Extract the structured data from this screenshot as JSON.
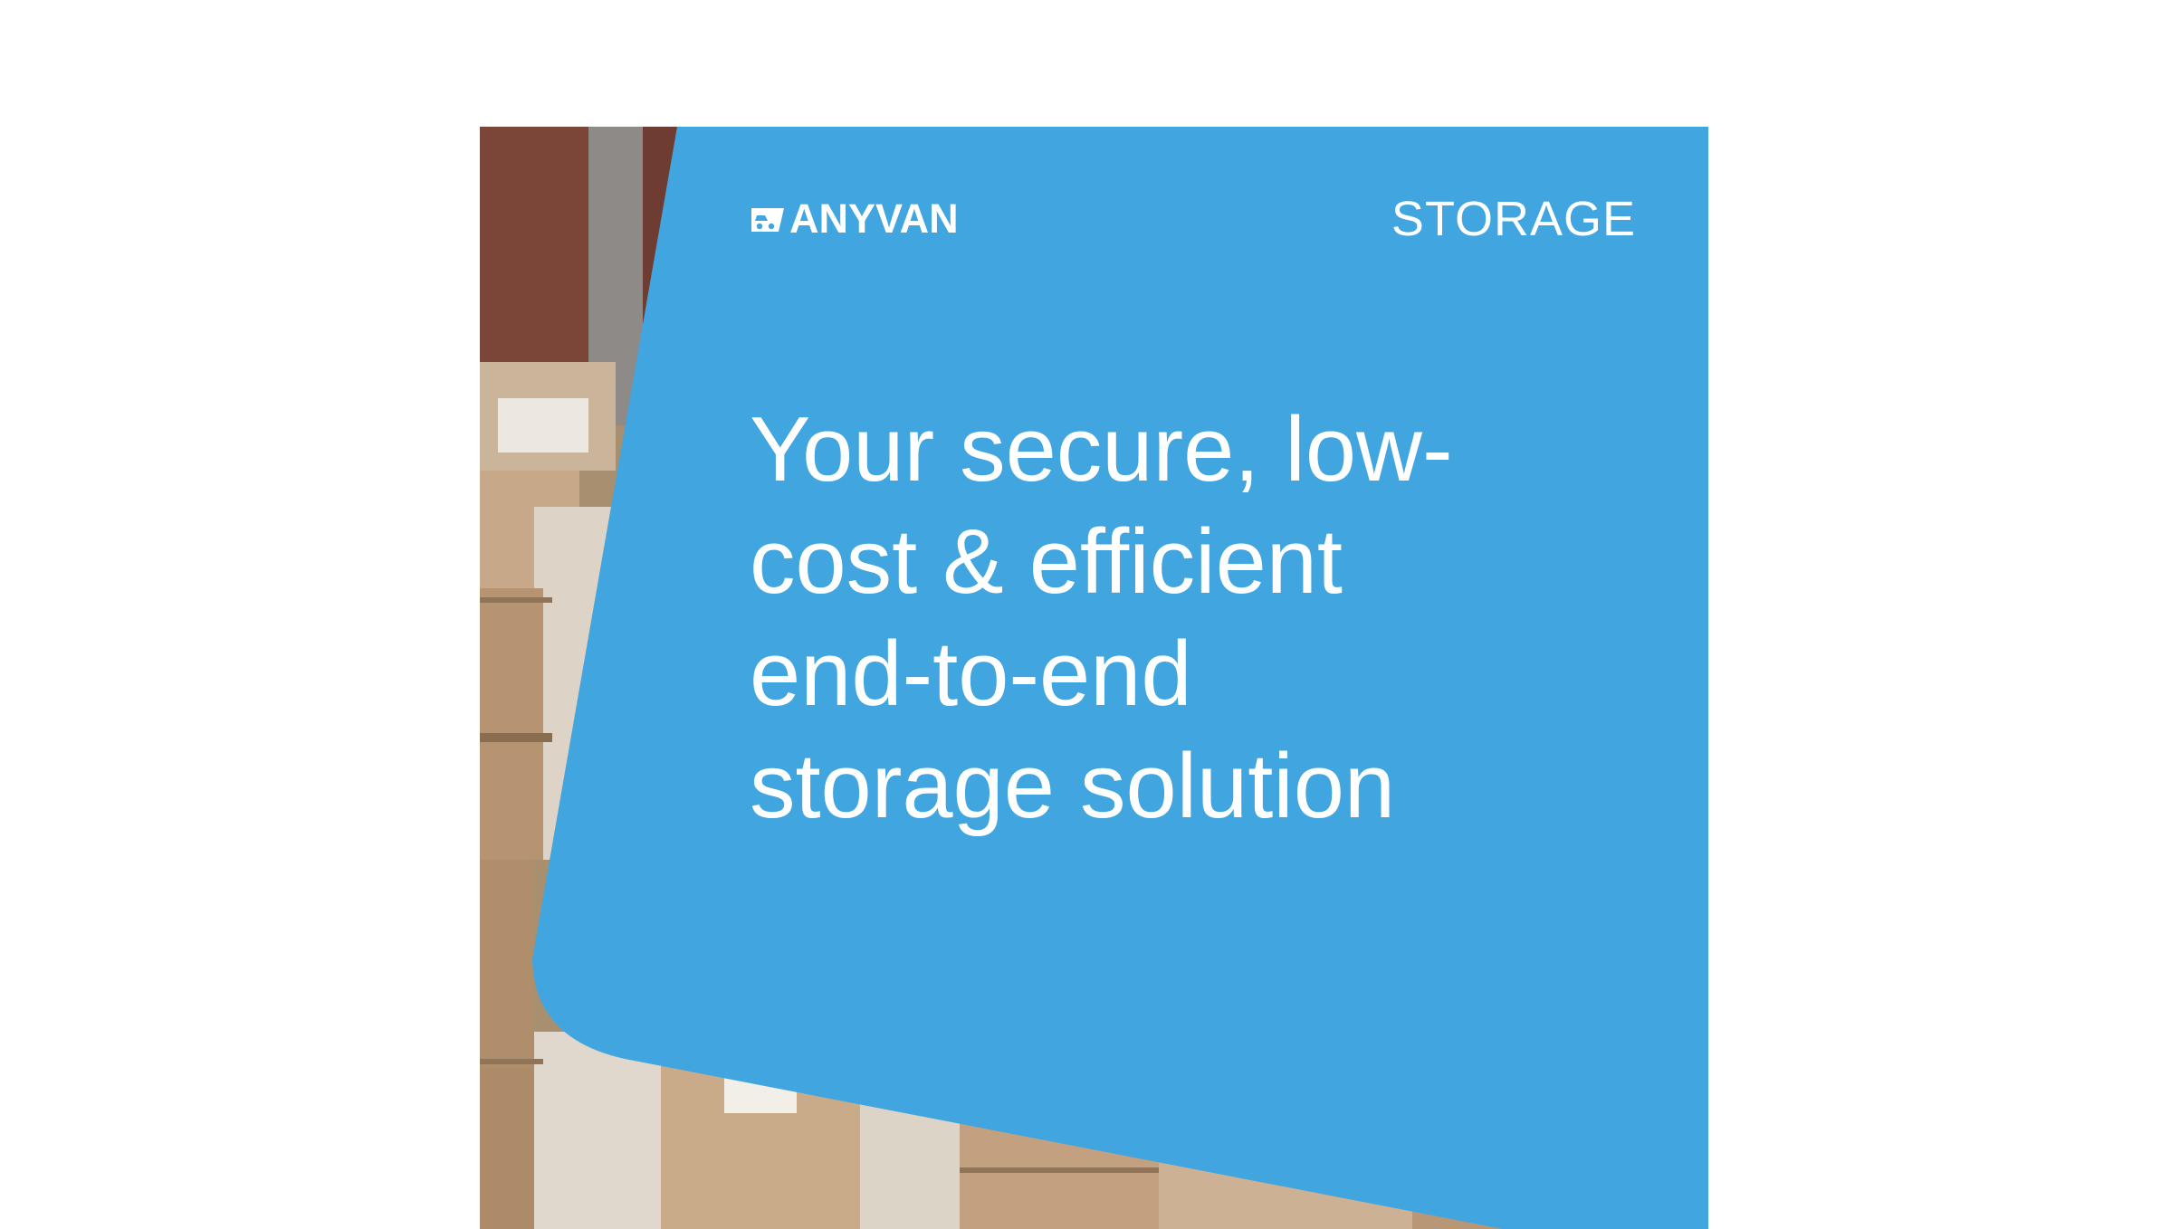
{
  "brand": {
    "name": "ANYVAN",
    "logo_icon": "van-icon"
  },
  "tag": "STORAGE",
  "headline": {
    "lines": [
      "Your secure, low-",
      "cost & efficient",
      "end-to-end",
      "storage solution"
    ]
  },
  "photo": {
    "subject": "stacked-cardboard-boxes"
  },
  "colors": {
    "panel_blue": "#41a5df",
    "text": "#ffffff",
    "box_brown": "#b39672"
  }
}
